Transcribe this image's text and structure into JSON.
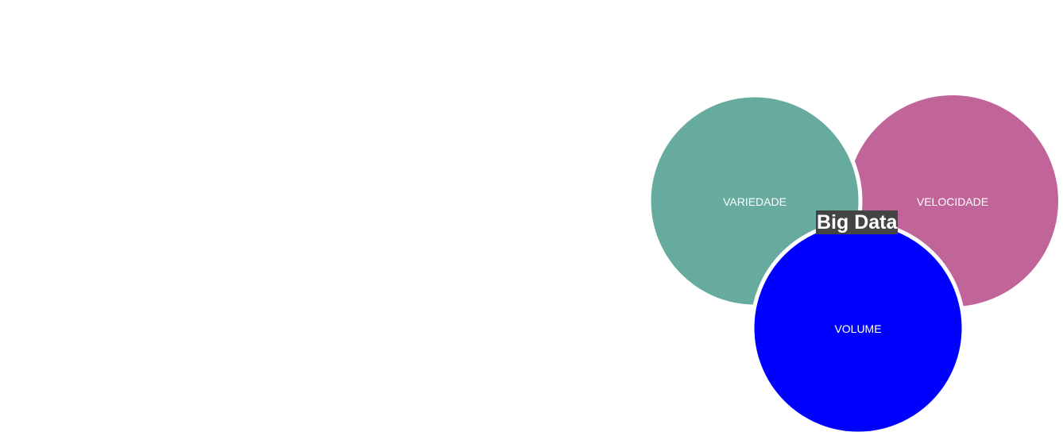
{
  "diagram": {
    "type": "venn",
    "center_label": "Big Data",
    "sets": [
      {
        "id": "variedade",
        "label": "VARIEDADE",
        "color": "#67ab9f"
      },
      {
        "id": "velocidade",
        "label": "VELOCIDADE",
        "color": "#c0649a"
      },
      {
        "id": "volume",
        "label": "VOLUME",
        "color": "#0000ff"
      }
    ],
    "separator_color": "#ffffff",
    "center_label_background": "#444444"
  }
}
